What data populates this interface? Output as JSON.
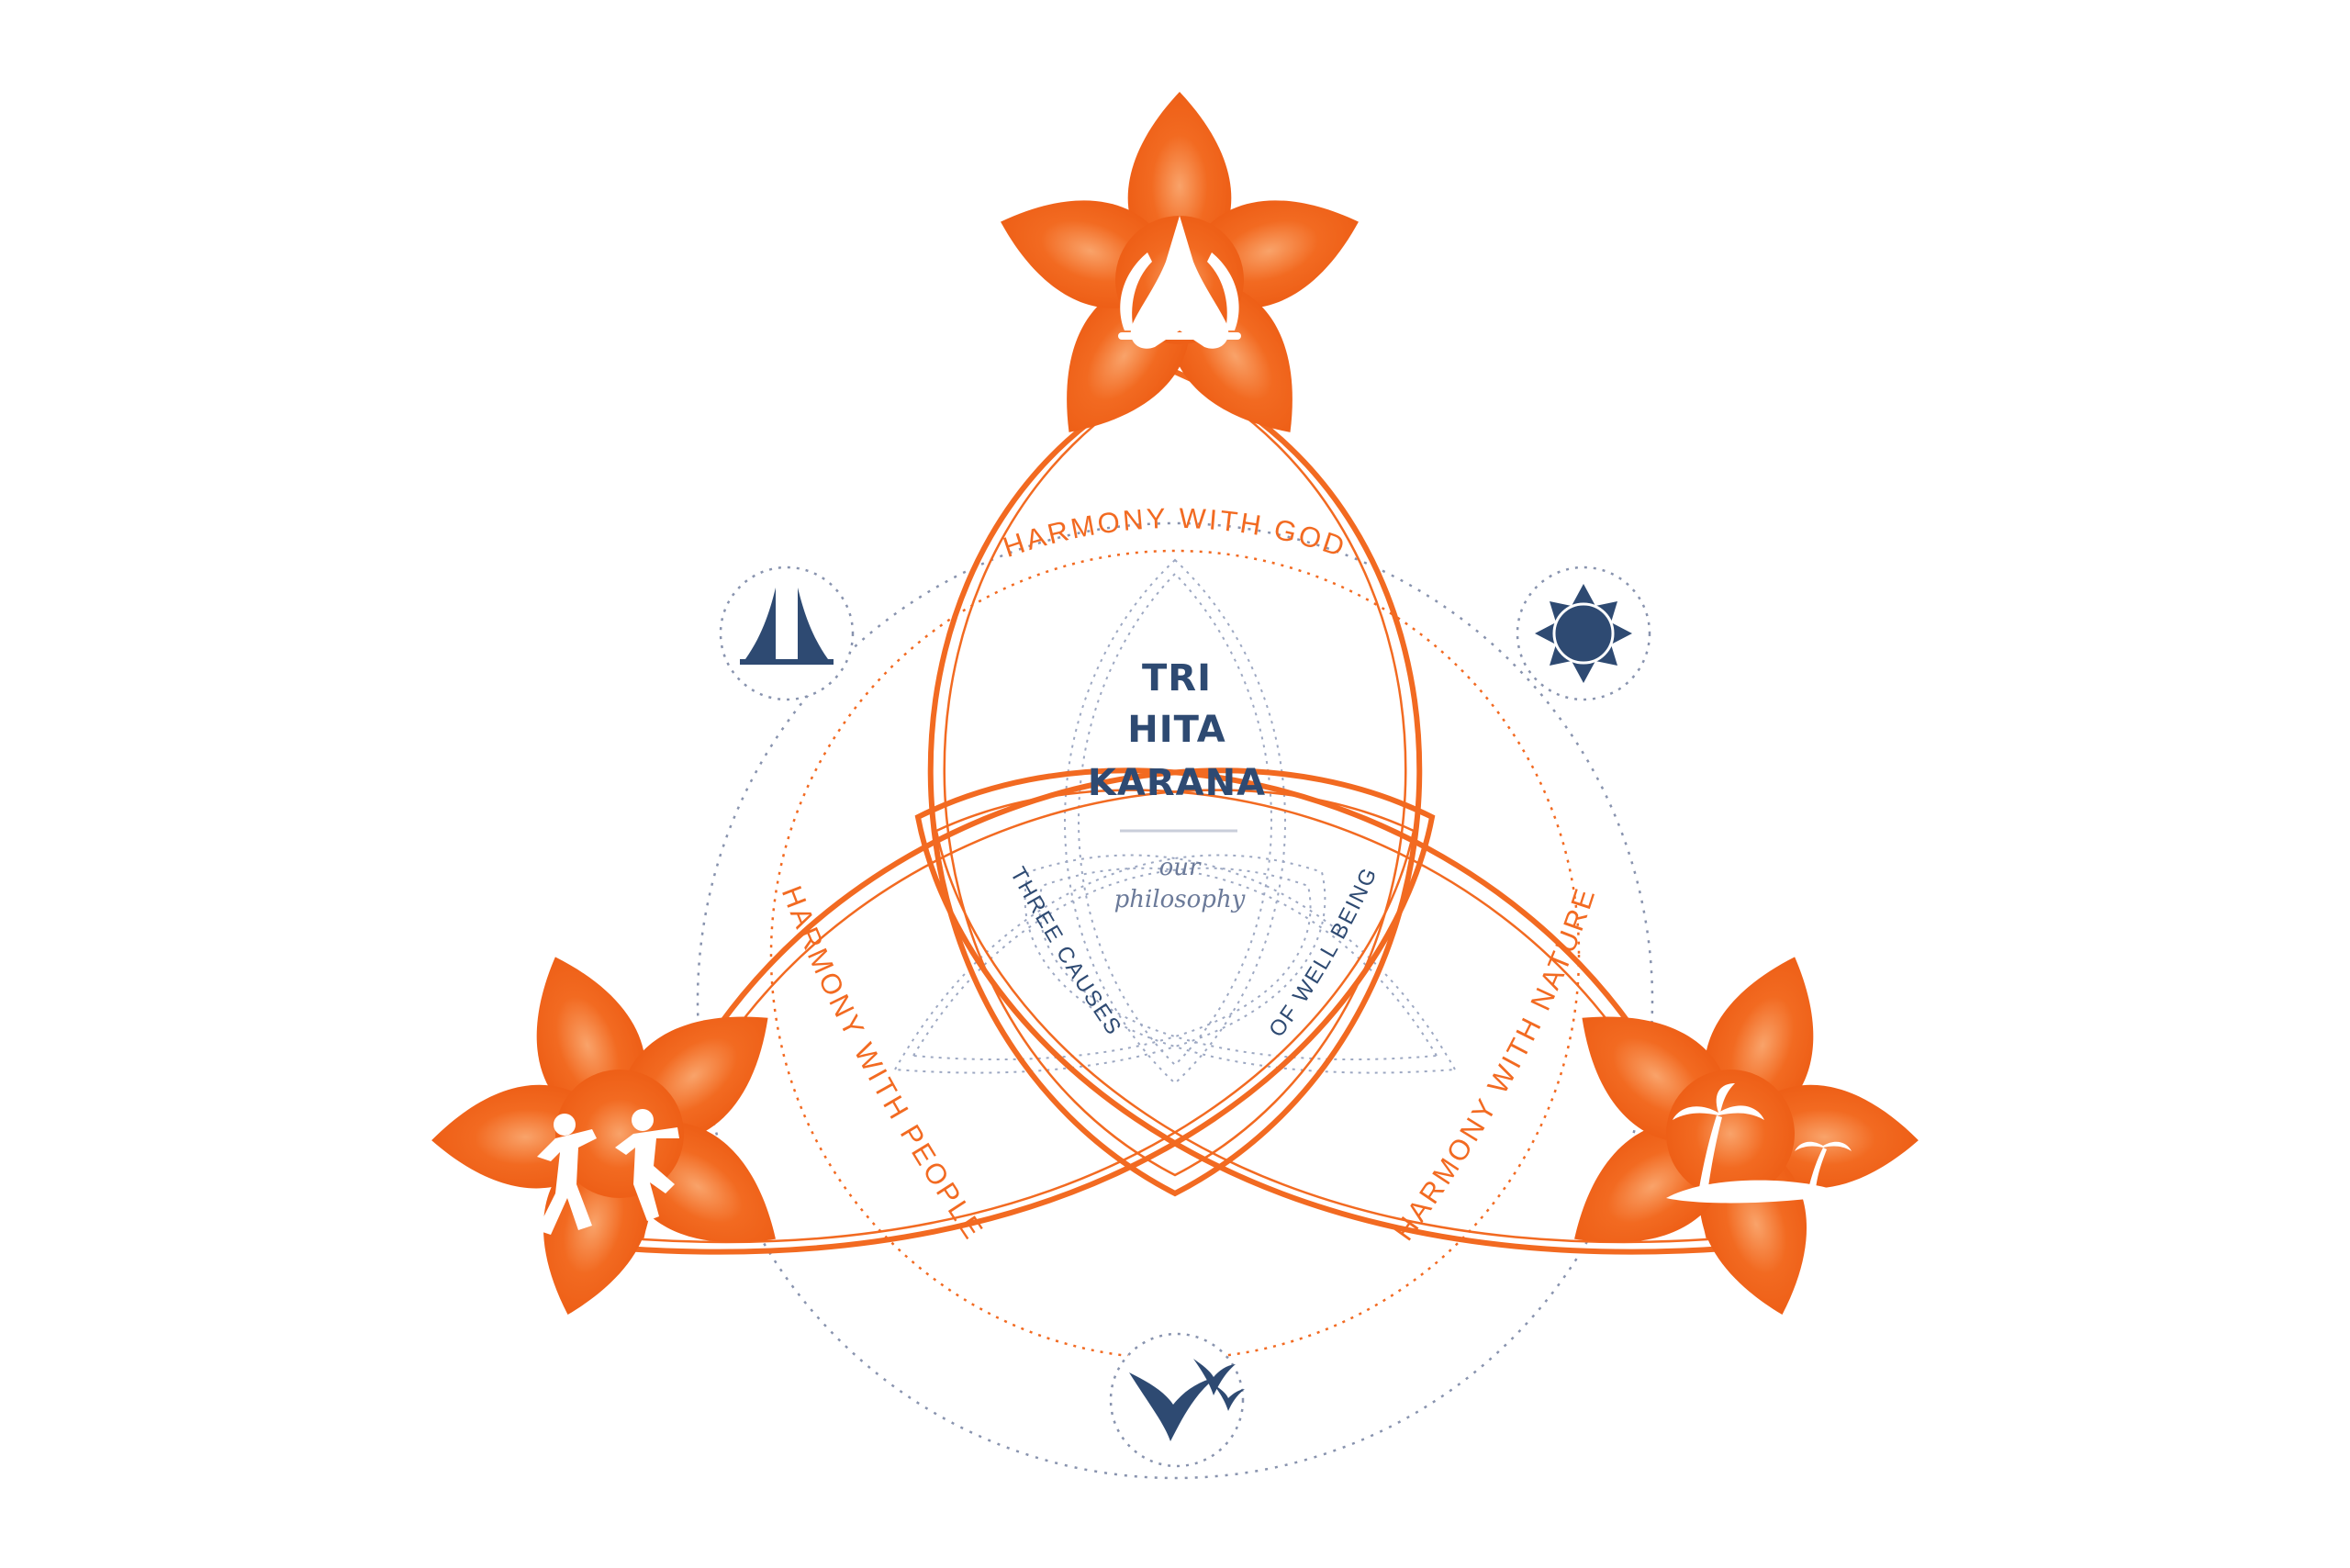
{
  "title": {
    "line1": "TRI",
    "line2": "HITA",
    "line3": "KARANA"
  },
  "subtitle": {
    "line1": "our",
    "line2": "philosophy"
  },
  "labels": {
    "god": "HARMONY WITH GOD",
    "people": "HARMONY WITH PEOPLE",
    "nature": "HARMONY WITH NATURE",
    "causes_left": "THREE CAUSES",
    "causes_right": "OF WELL BEING"
  },
  "icons": {
    "top_flower": "praying-hands-icon",
    "left_flower": "dancers-icon",
    "right_flower": "palm-island-icon",
    "temple": "temple-gate-icon",
    "sun": "sun-mandala-icon",
    "birds": "swallows-icon"
  },
  "colors": {
    "orange": "#F26A21",
    "orange_light": "#F9A36A",
    "navy": "#2E4A72",
    "dotted": "#8893AE"
  }
}
